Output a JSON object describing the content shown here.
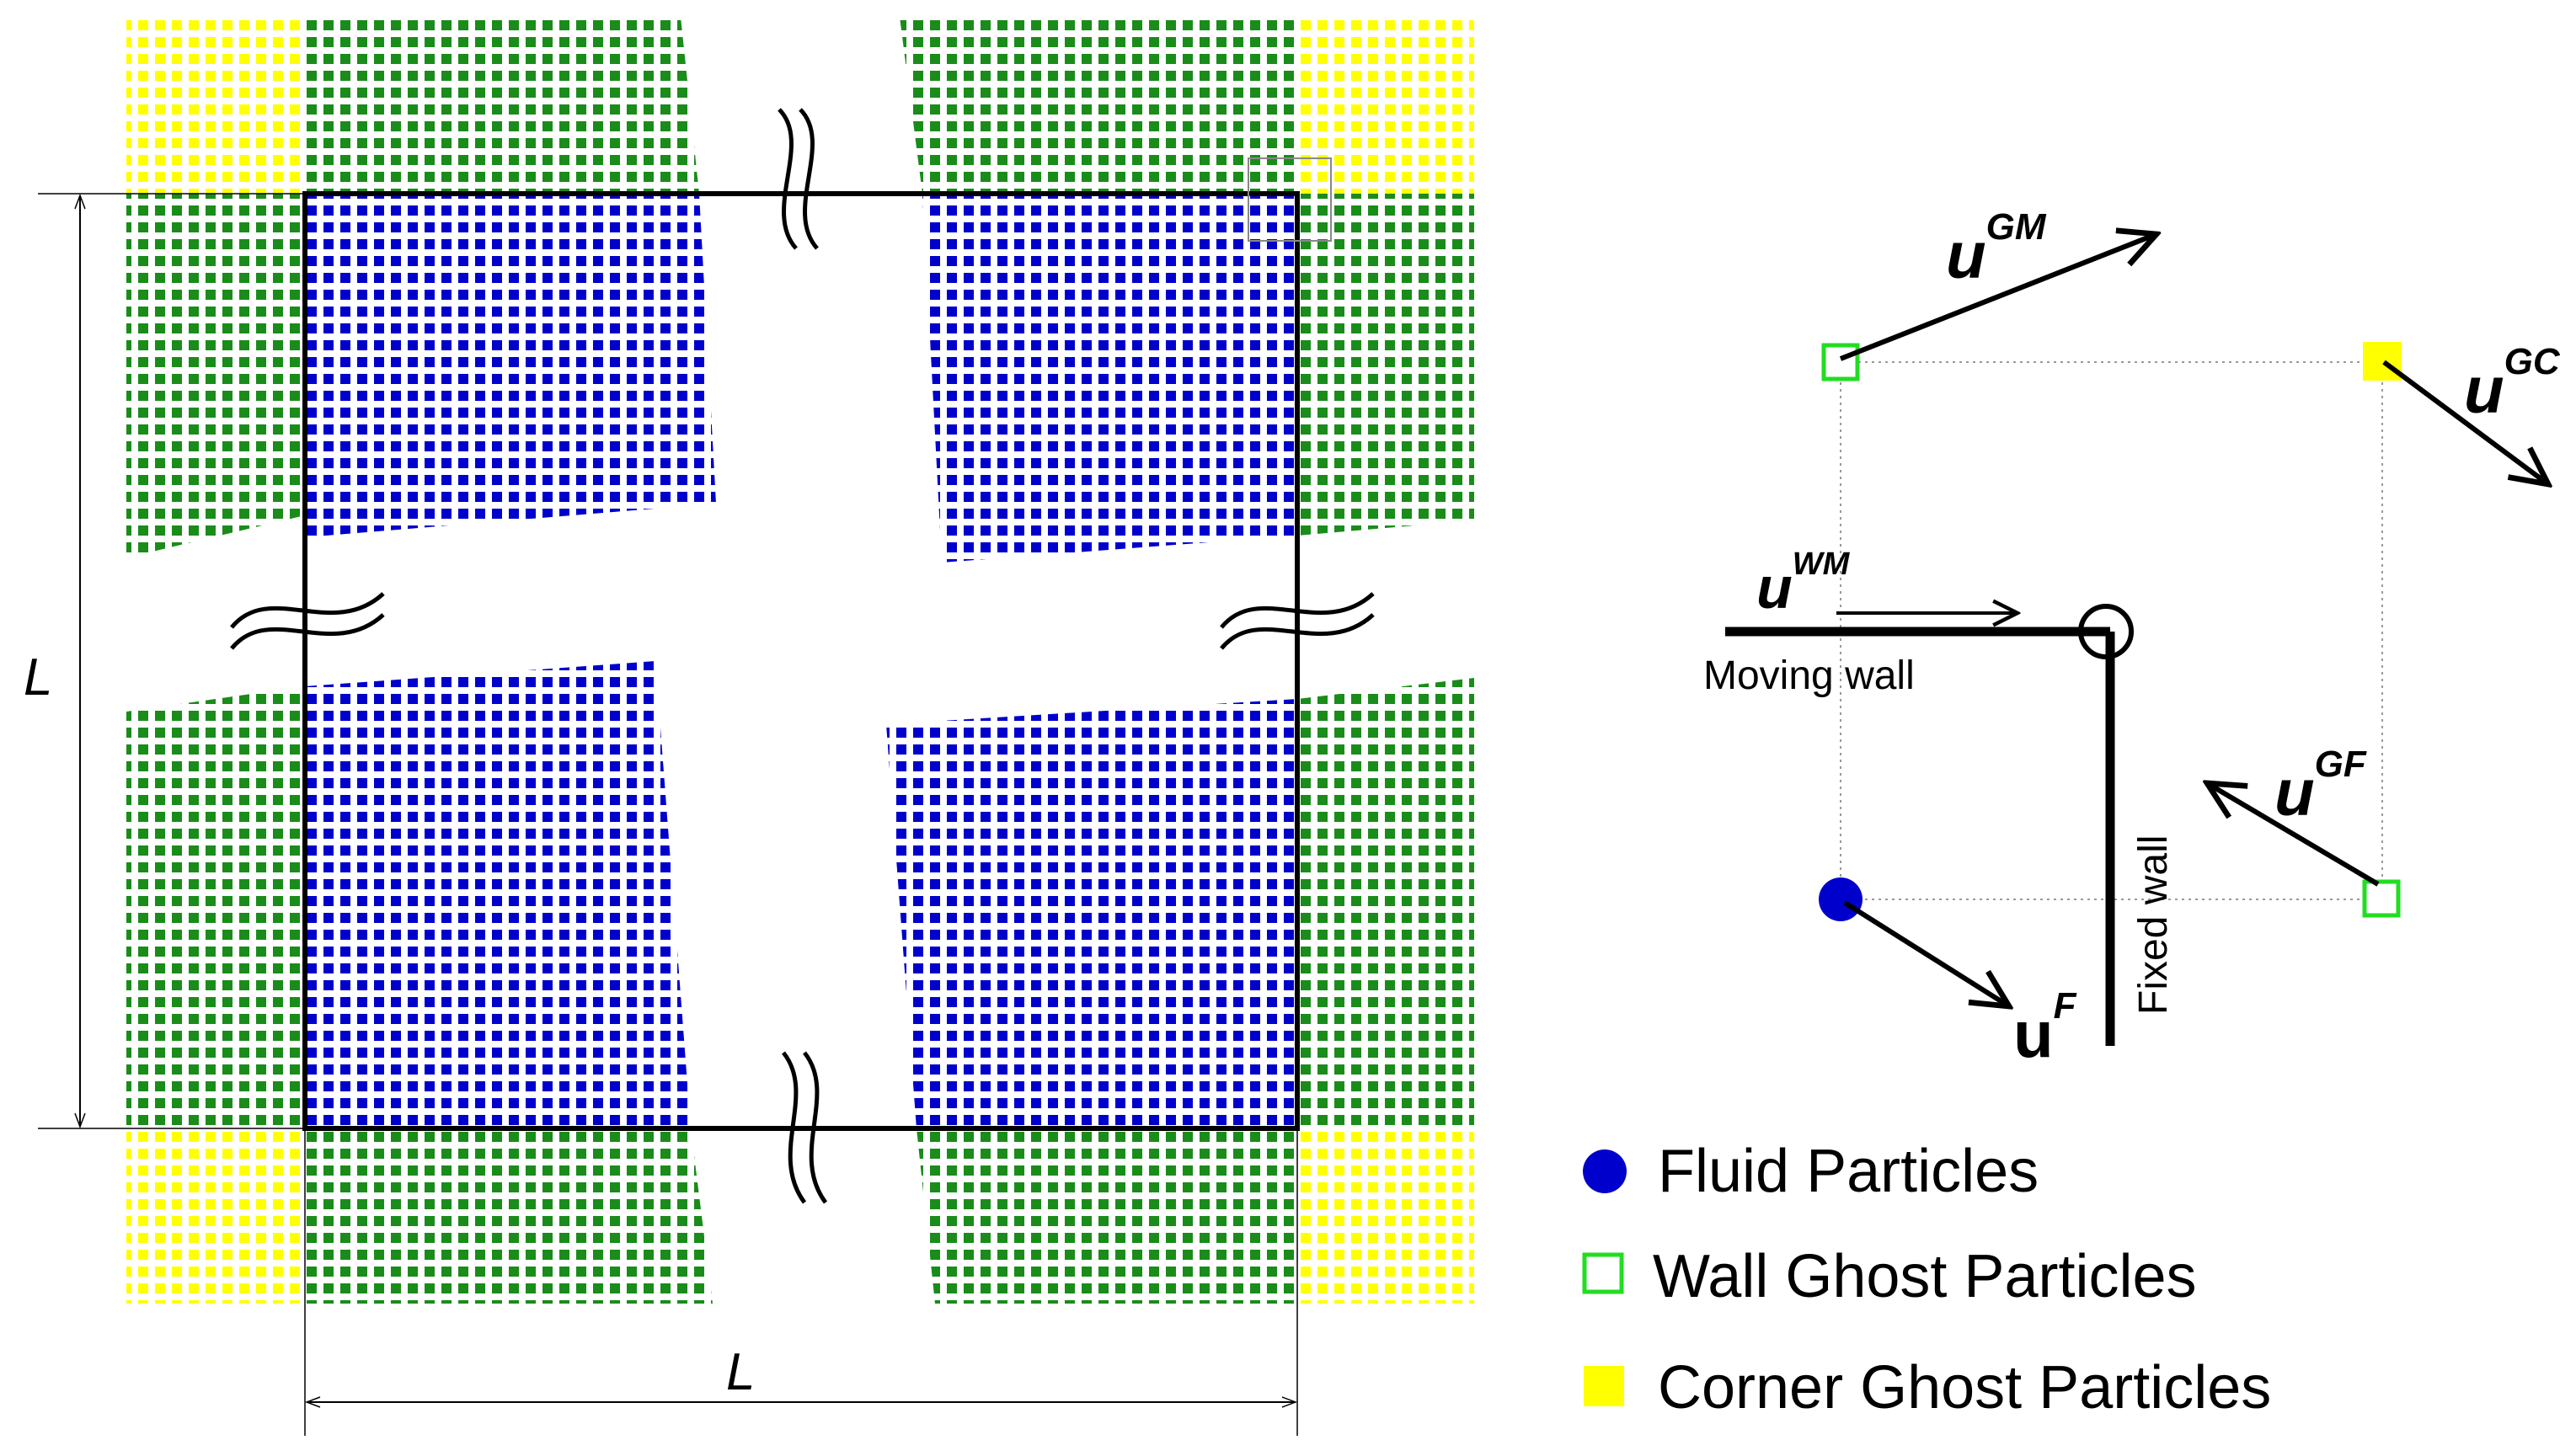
{
  "colors": {
    "fluid": "#0000cc",
    "wall_ghost": "#1a8c1a",
    "corner_ghost": "#ffff00",
    "outline": "#000000",
    "wall_ghost_marker": "#22dd22"
  },
  "dimensions": {
    "vertical_label": "L",
    "horizontal_label": "L"
  },
  "detail": {
    "vectors": {
      "gm": {
        "base": "u",
        "sup": "GM"
      },
      "gc": {
        "base": "u",
        "sup": "GC"
      },
      "wm": {
        "base": "u",
        "sup": "WM"
      },
      "gf": {
        "base": "u",
        "sup": "GF"
      },
      "f": {
        "base": "u",
        "sup": "F"
      }
    },
    "moving_wall_label": "Moving wall",
    "fixed_wall_label": "Fixed wall"
  },
  "legend": {
    "items": [
      {
        "label": "Fluid Particles",
        "marker": "fluid-circle"
      },
      {
        "label": "Wall Ghost Particles",
        "marker": "hollow-square"
      },
      {
        "label": "Corner Ghost Particles",
        "marker": "filled-square"
      }
    ]
  }
}
